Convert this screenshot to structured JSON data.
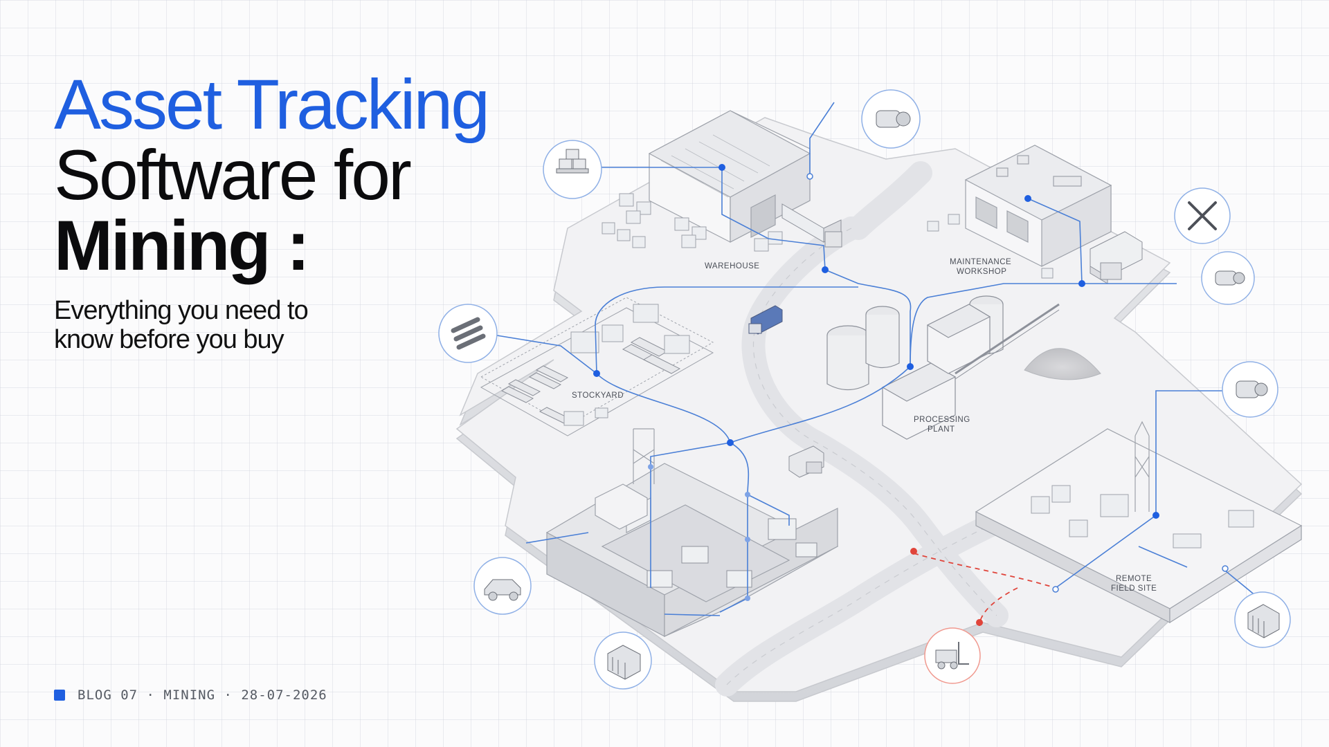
{
  "title": {
    "line1": "Asset Tracking",
    "line2": "Software for",
    "line3": "Mining :"
  },
  "subtitle": {
    "line1": "Everything you need to",
    "line2": "know before you buy"
  },
  "meta": "BLOG 07 · MINING · 28-07-2026",
  "zones": {
    "warehouse": "WAREHOUSE",
    "workshop_1": "MAINTENANCE",
    "workshop_2": "WORKSHOP",
    "stockyard": "STOCKYARD",
    "plant_1": "PROCESSING",
    "plant_2": "PLANT",
    "field_1": "REMOTE",
    "field_2": "FIELD SITE"
  },
  "colors": {
    "accent": "#1f5fe0",
    "alert": "#e0443a",
    "line": "#4a7fd6"
  },
  "icons": [
    "pallet-icon",
    "motor-icon",
    "wrench-icon",
    "pump-icon",
    "pipes-icon",
    "motor-icon",
    "loader-icon",
    "container-icon",
    "forklift-icon",
    "container-icon"
  ]
}
